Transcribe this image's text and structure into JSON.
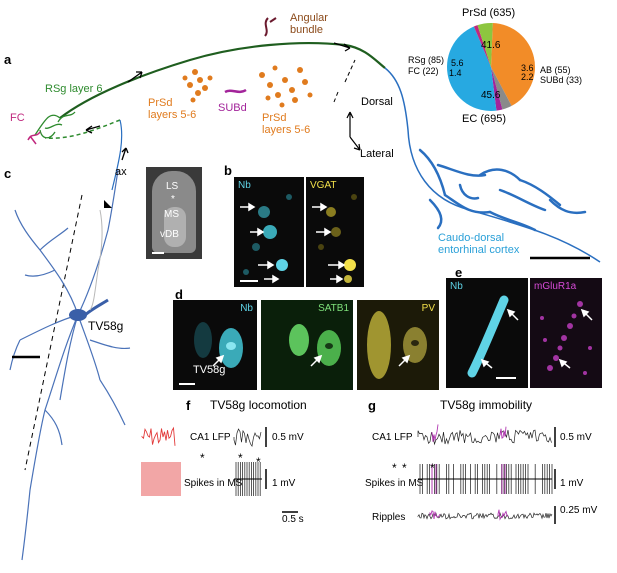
{
  "panels": {
    "a": "a",
    "b": "b",
    "c": "c",
    "d": "d",
    "e": "e",
    "f": "f",
    "g": "g"
  },
  "panel_a": {
    "labels": {
      "angular_bundle": "Angular\nbundle",
      "rsg": "RSg layer 6",
      "fc": "FC",
      "prsd_left": "PrSd\nlayers 5-6",
      "subd": "SUBd",
      "prsd_right": "PrSd\nlayers 5-6",
      "dorsal": "Dorsal",
      "lateral": "Lateral",
      "ec": "Caudo-dorsal\nentorhinal cortex"
    },
    "colors": {
      "rsg": "#2e8b2e",
      "fc": "#c0287e",
      "prsd": "#e07b1e",
      "subd": "#a3249a",
      "angular": "#6b1a2e",
      "ec": "#2a6fc0",
      "axon": "#1f5e1f"
    }
  },
  "chart_data": {
    "type": "pie",
    "title": "PrSd (635)",
    "slices": [
      {
        "label": "PrSd (635)",
        "value": 41.6,
        "color": "#f28c28"
      },
      {
        "label": "AB (55)",
        "value": 3.6,
        "color": "#8a8a8a"
      },
      {
        "label": "SUBd (33)",
        "value": 2.2,
        "color": "#a3249a"
      },
      {
        "label": "EC (695)",
        "value": 45.6,
        "color": "#27a9e1"
      },
      {
        "label": "FC (22)",
        "value": 1.4,
        "color": "#c0287e"
      },
      {
        "label": "RSg (85)",
        "value": 5.6,
        "color": "#8dc63f"
      }
    ],
    "outside_labels": {
      "prsd": "PrSd (635)",
      "rsg": "RSg (85)",
      "fc": "FC (22)",
      "ab": "AB (55)",
      "subd": "SUBd (33)",
      "ec": "EC (695)"
    },
    "value_labels": [
      "41.6",
      "3.6",
      "2.2",
      "45.6",
      "1.4",
      "5.6"
    ]
  },
  "panel_c": {
    "ax": "ax",
    "cell": "TV58g",
    "inset": {
      "ls": "LS",
      "star": "*",
      "ms": "MS",
      "vdb": "vDB"
    }
  },
  "panel_b": {
    "channels": [
      {
        "name": "Nb",
        "color": "#5fd3e6"
      },
      {
        "name": "VGAT",
        "color": "#f2e04a"
      }
    ]
  },
  "panel_d": {
    "channels": [
      {
        "name": "Nb",
        "color": "#5fd3e6"
      },
      {
        "name": "SATB1",
        "color": "#7ee07a"
      },
      {
        "name": "PV",
        "color": "#f2e04a"
      }
    ],
    "cell": "TV58g"
  },
  "panel_e": {
    "channels": [
      {
        "name": "Nb",
        "color": "#5fd3e6"
      },
      {
        "name": "mGluR1a",
        "color": "#d64ad6"
      }
    ]
  },
  "panel_f": {
    "title": "TV58g locomotion",
    "lfp_label": "CA1 LFP",
    "spikes_label": "Spikes in MS",
    "scale_lfp": "0.5 mV",
    "scale_spikes": "1 mV",
    "scale_time": "0.5 s",
    "star": "*"
  },
  "panel_g": {
    "title": "TV58g immobility",
    "lfp_label": "CA1 LFP",
    "spikes_label": "Spikes in MS",
    "ripples_label": "Ripples",
    "scale_lfp": "0.5 mV",
    "scale_spikes": "1 mV",
    "scale_ripples": "0.25 mV",
    "star": "*"
  }
}
